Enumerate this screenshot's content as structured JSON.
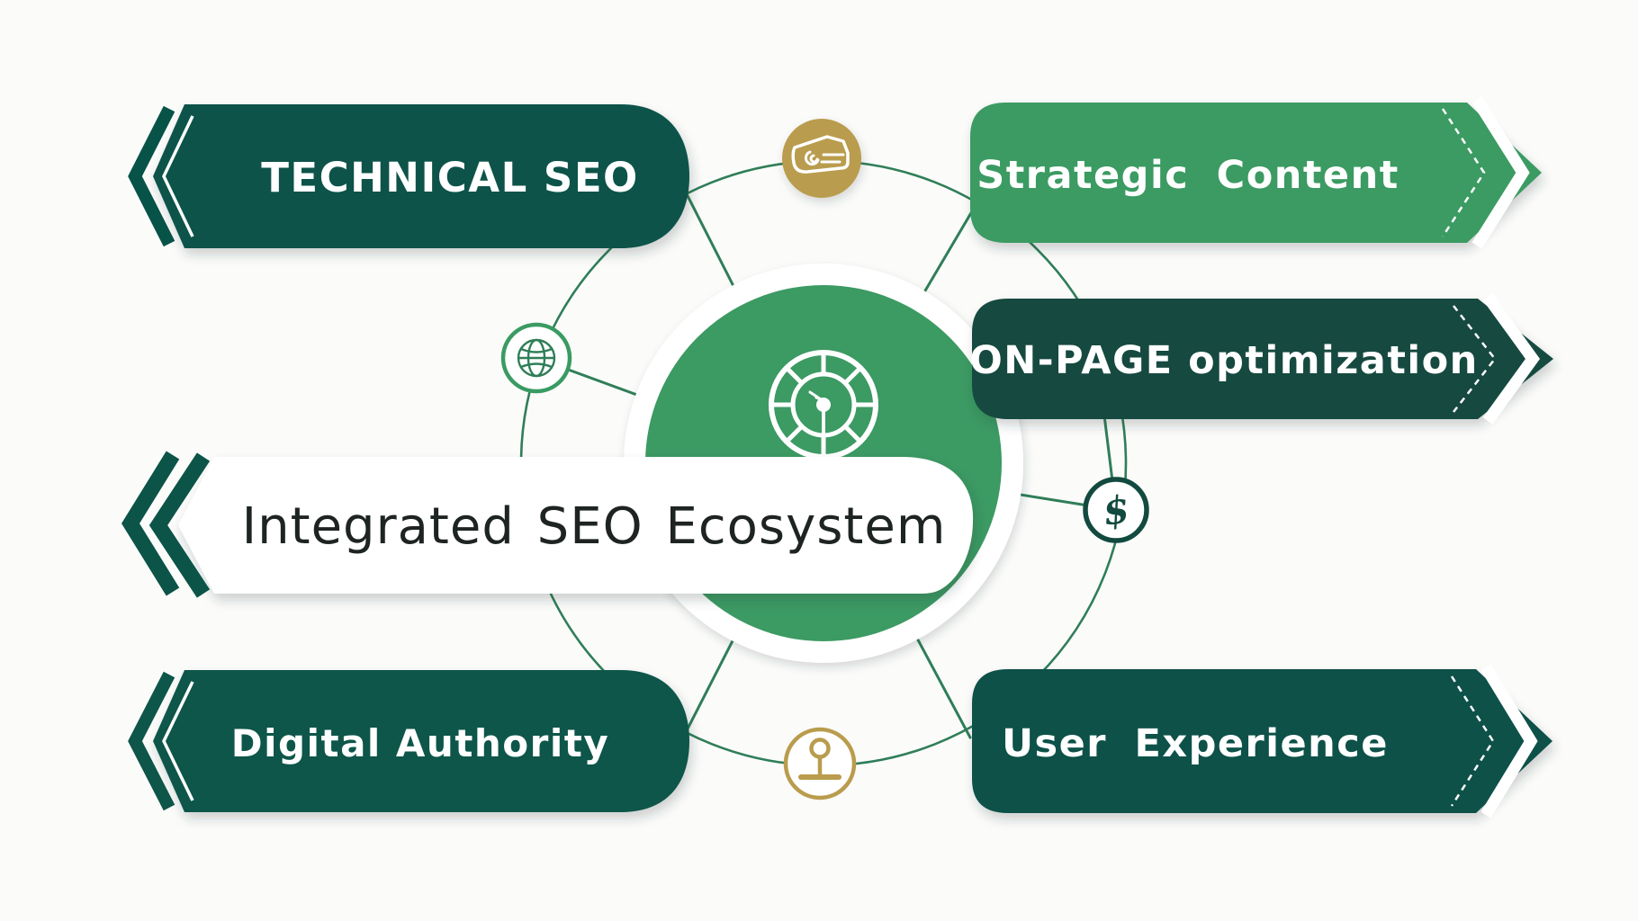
{
  "title": {
    "label": "Integrated SEO Ecosystem"
  },
  "banners": {
    "technical_seo": {
      "label": "TECHNICAL SEO"
    },
    "strategic_content": {
      "label": "Strategic Content"
    },
    "on_page": {
      "label": "ON-PAGE optimization"
    },
    "digital_authority": {
      "label": "Digital Authority"
    },
    "user_experience": {
      "label": "User Experience"
    }
  },
  "hub": {
    "icon": "target-icon"
  },
  "nodes": {
    "top": {
      "icon": "partnership-icon"
    },
    "left": {
      "icon": "globe-icon"
    },
    "right": {
      "icon": "dollar-icon",
      "symbol": "$"
    },
    "bottom": {
      "icon": "map-pin-icon"
    }
  },
  "colors": {
    "background": "#FBFBFA",
    "banner_dark_1": "#075348",
    "banner_dark_2": "#124A3F",
    "banner_dark_3": "#0D5649",
    "banner_dark_4": "#11514A",
    "banner_medium": "#3A9B62",
    "hub_green": "#3C9A63",
    "line_green": "#2F7E58",
    "gold": "#B99C4D",
    "chevron_dark": "#0B5447",
    "title_text": "#1E2421",
    "text_on_green": "#FFFFFF"
  }
}
